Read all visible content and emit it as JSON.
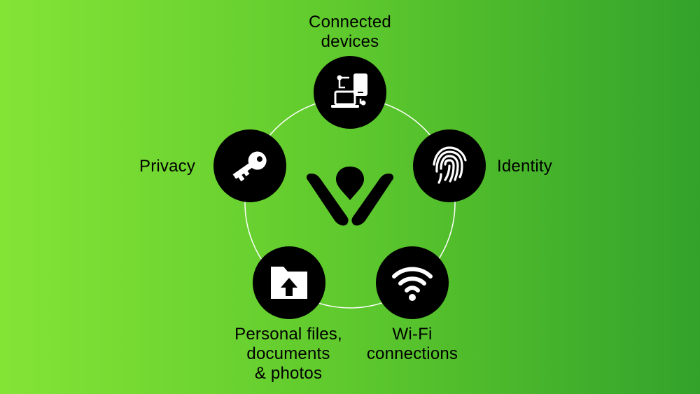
{
  "colors": {
    "background_start": "#84e436",
    "background_end": "#33a22b",
    "node_fill": "#000000",
    "icon_fill": "#ffffff",
    "ring_stroke": "#ffffff",
    "text": "#000000"
  },
  "center": {
    "icon": "brand-logo-icon"
  },
  "nodes": [
    {
      "id": "connected-devices",
      "icon": "connected-devices-icon",
      "label_line1": "Connected",
      "label_line2": "devices"
    },
    {
      "id": "identity",
      "icon": "fingerprint-icon",
      "label_line1": "Identity"
    },
    {
      "id": "wifi",
      "icon": "wifi-icon",
      "label_line1": "Wi-Fi",
      "label_line2": "connections"
    },
    {
      "id": "personal-files",
      "icon": "folder-upload-icon",
      "label_line1": "Personal files,",
      "label_line2": "documents",
      "label_line3": "& photos"
    },
    {
      "id": "privacy",
      "icon": "key-icon",
      "label_line1": "Privacy"
    }
  ]
}
